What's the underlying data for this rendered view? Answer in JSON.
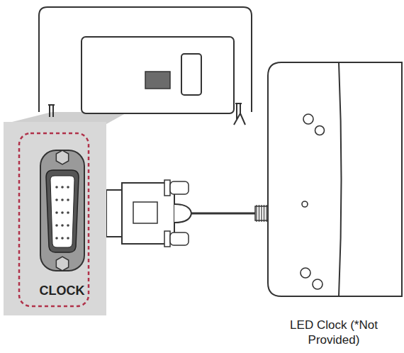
{
  "diagram": {
    "nodes": [
      {
        "text": [
          "CLOCK"
        ]
      },
      {
        "text": [
          "LED Clock (*Not Provided)"
        ]
      }
    ],
    "edges": [
      {
        "from": 0,
        "to": 1,
        "arrow": "none"
      }
    ]
  }
}
